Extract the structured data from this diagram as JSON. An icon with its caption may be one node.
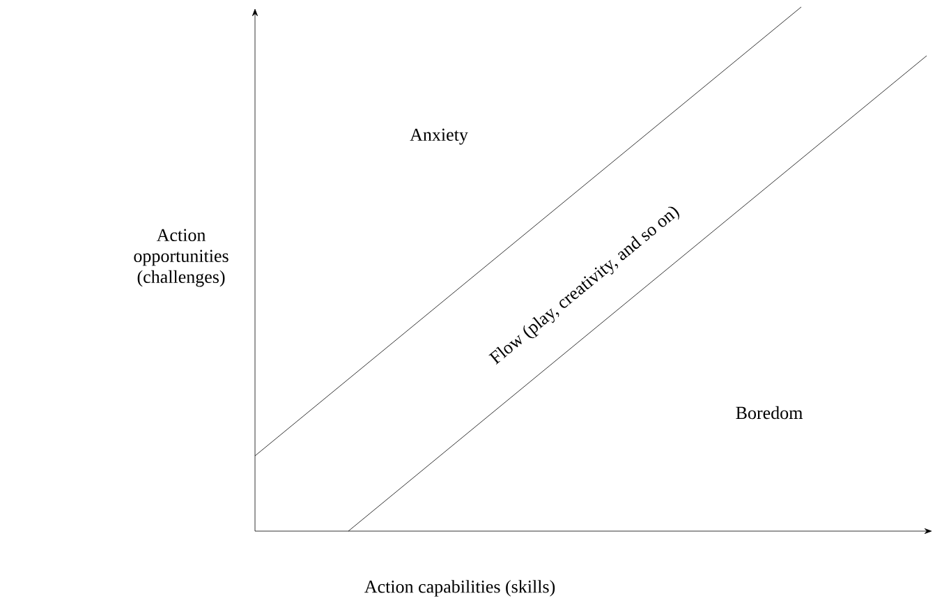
{
  "diagram": {
    "labels": [
      "Anxiety",
      "Action opportunities (challenges)",
      "Flow (play, creativity, and so on)",
      "Boredom",
      "Action capabilities (skills)"
    ]
  }
}
